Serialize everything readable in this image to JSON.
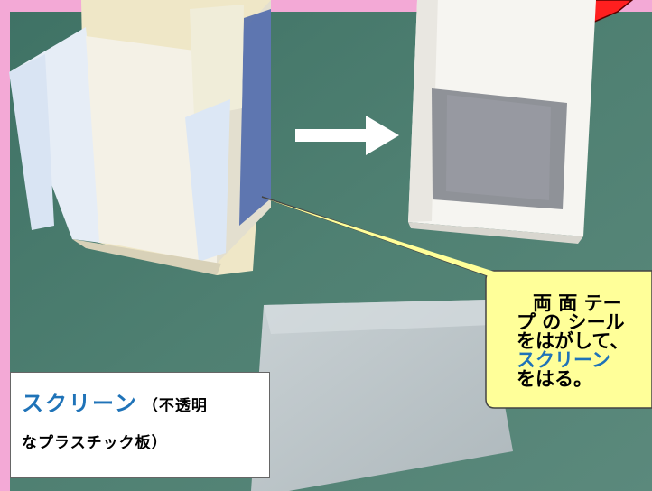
{
  "label": {
    "title": "スクリーン",
    "note_part1": "（不透明",
    "note_part2": "なプラスチック板）"
  },
  "callout": {
    "line1": "両 面 テー",
    "line2": "プ の シール",
    "line3": "をはがして、",
    "line4": "スクリーン",
    "line5": "をはる。"
  },
  "colors": {
    "frame": "#f3a9d6",
    "table": "#4a7a6e",
    "callout_fill": "#ffff99",
    "accent_blue": "#1f73b8",
    "top_callout_red": "#ff1f1f"
  }
}
